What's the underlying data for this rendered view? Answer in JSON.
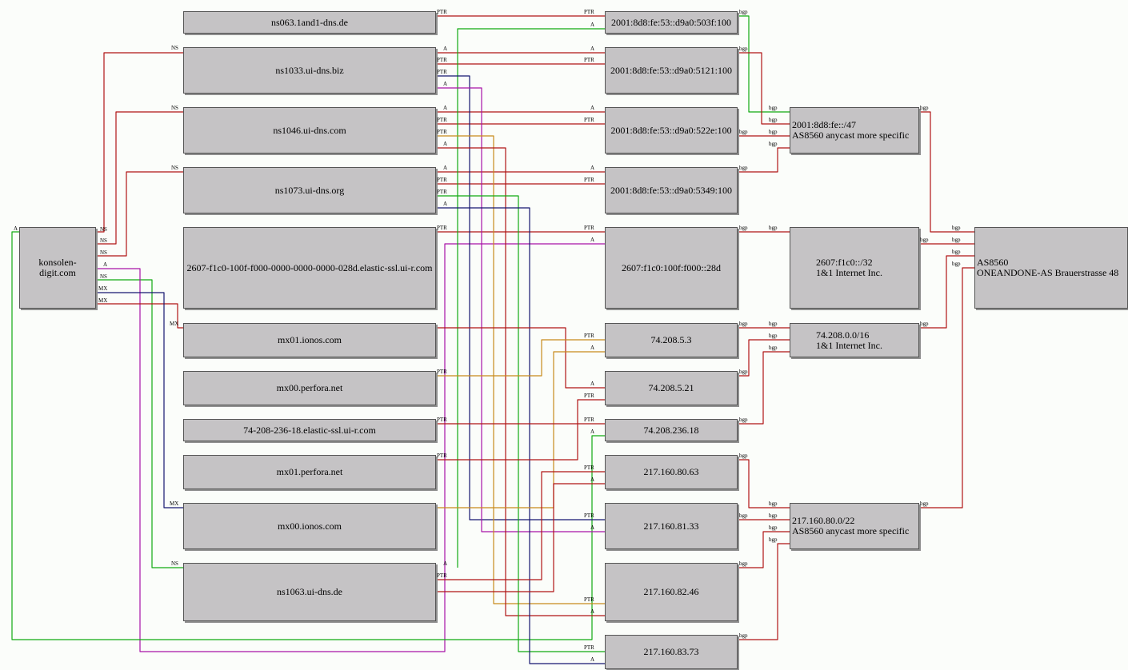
{
  "nodes": {
    "konsolen": "konsolen-digit.com",
    "ns063": "ns063.1and1-dns.de",
    "ns1033": "ns1033.ui-dns.biz",
    "ns1046": "ns1046.ui-dns.com",
    "ns1073": "ns1073.ui-dns.org",
    "elastic_v6": "2607-f1c0-100f-f000-0000-0000-0000-028d.elastic-ssl.ui-r.com",
    "mx01_ionos": "mx01.ionos.com",
    "mx00_perfora": "mx00.perfora.net",
    "elastic_v4": "74-208-236-18.elastic-ssl.ui-r.com",
    "mx01_perfora": "mx01.perfora.net",
    "mx00_ionos": "mx00.ionos.com",
    "ns1063": "ns1063.ui-dns.de",
    "ip6_503f": "2001:8d8:fe:53::d9a0:503f:100",
    "ip6_5121": "2001:8d8:fe:53::d9a0:5121:100",
    "ip6_522e": "2001:8d8:fe:53::d9a0:522e:100",
    "ip6_5349": "2001:8d8:fe:53::d9a0:5349:100",
    "ip6_28d": "2607:f1c0:100f:f000::28d",
    "ip_5_3": "74.208.5.3",
    "ip_5_21": "74.208.5.21",
    "ip_236_18": "74.208.236.18",
    "ip_80_63": "217.160.80.63",
    "ip_81_33": "217.160.81.33",
    "ip_82_46": "217.160.82.46",
    "ip_83_73": "217.160.83.73",
    "pfx_fe47": "2001:8d8:fe::/47\nAS8560 anycast more specific",
    "pfx_2607": "2607:f1c0::/32\n1&1 Internet Inc.",
    "pfx_74": "74.208.0.0/16\n1&1 Internet Inc.",
    "pfx_217": "217.160.80.0/22\nAS8560 anycast more specific",
    "as8560": "AS8560\nONEANDONE-AS Brauerstrasse 48"
  },
  "edge_labels": {
    "ns": "NS",
    "mx": "MX",
    "a": "A",
    "ptr": "PTR",
    "bgp": "bgp"
  },
  "colors": {
    "background": "#fbfdfa",
    "node_fill": "#c5c3c5",
    "red": "#b01414",
    "green": "#11aa11",
    "blue": "#151570",
    "purple": "#a812a8",
    "orange": "#c88a1a"
  }
}
